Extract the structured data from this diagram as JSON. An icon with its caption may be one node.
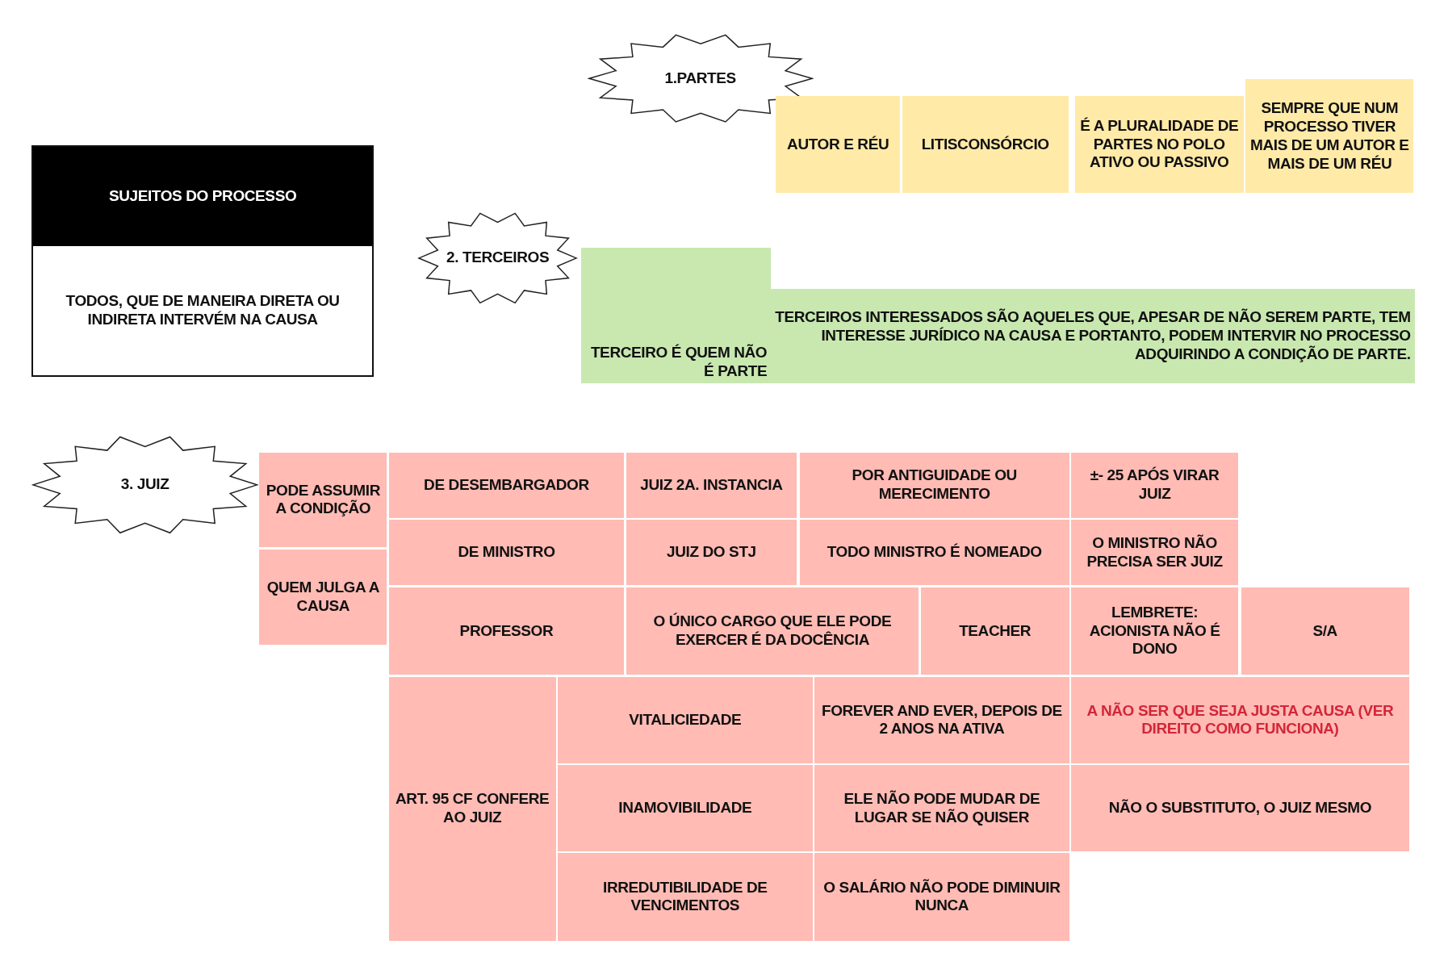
{
  "diagram": {
    "nodes": [
      {
        "text": [
          "1.PARTES"
        ]
      },
      {
        "text": [
          "AUTOR E RÉU"
        ]
      },
      {
        "text": [
          "LITISCONSÓRCIO"
        ]
      },
      {
        "text": [
          "É A PLURALIDADE DE PARTES NO POLO ATIVO OU PASSIVO"
        ]
      },
      {
        "text": [
          "SEMPRE QUE NUM PROCESSO TIVER MAIS DE UM AUTOR E MAIS DE UM RÉU"
        ]
      },
      {
        "text": [
          "SUJEITOS DO PROCESSO",
          "TODOS, QUE DE MANEIRA DIRETA OU INDIRETA INTERVÉM NA CAUSA"
        ]
      },
      {
        "text": [
          "2. TERCEIROS"
        ]
      },
      {
        "text": [
          "TERCEIRO É QUEM NÃO É PARTE"
        ]
      },
      {
        "text": [
          "TERCEIROS INTERESSADOS SÃO AQUELES QUE, APESAR DE NÃO SEREM PARTE, TEM INTERESSE JURÍDICO NA CAUSA E PORTANTO, PODEM INTERVIR NO PROCESSO ADQUIRINDO A CONDIÇÃO DE PARTE."
        ]
      },
      {
        "text": [
          "3. JUIZ"
        ]
      },
      {
        "text": [
          "PODE ASSUMIR A CONDIÇÃO"
        ]
      },
      {
        "text": [
          "DE DESEMBARGADOR"
        ]
      },
      {
        "text": [
          "JUIZ 2A. INSTANCIA"
        ]
      },
      {
        "text": [
          "POR ANTIGUIDADE OU MERECIMENTO"
        ]
      },
      {
        "text": [
          "±- 25 APÓS VIRAR JUIZ"
        ]
      },
      {
        "text": [
          "QUEM JULGA A CAUSA"
        ]
      },
      {
        "text": [
          "DE MINISTRO"
        ]
      },
      {
        "text": [
          "JUIZ DO STJ"
        ]
      },
      {
        "text": [
          "TODO MINISTRO É NOMEADO"
        ]
      },
      {
        "text": [
          "O MINISTRO NÃO PRECISA SER JUIZ"
        ]
      },
      {
        "text": [
          "PROFESSOR"
        ]
      },
      {
        "text": [
          "O ÚNICO CARGO QUE ELE PODE EXERCER É DA DOCÊNCIA"
        ]
      },
      {
        "text": [
          "TEACHER"
        ]
      },
      {
        "text": [
          "LEMBRETE: ACIONISTA NÃO É DONO"
        ]
      },
      {
        "text": [
          "S/A"
        ]
      },
      {
        "text": [
          "ART. 95 CF CONFERE AO JUIZ"
        ]
      },
      {
        "text": [
          "VITALICIEDADE"
        ]
      },
      {
        "text": [
          "FOREVER AND EVER, DEPOIS DE 2 ANOS NA ATIVA"
        ]
      },
      {
        "text": [
          "A NÃO SER QUE SEJA JUSTA CAUSA (VER DIREITO COMO FUNCIONA)"
        ]
      },
      {
        "text": [
          "INAMOVIBILIDADE"
        ]
      },
      {
        "text": [
          "ELE NÃO PODE MUDAR DE LUGAR SE NÃO QUISER"
        ]
      },
      {
        "text": [
          "NÃO O SUBSTITUTO, O JUIZ MESMO"
        ]
      },
      {
        "text": [
          "IRREDUTIBILIDADE DE VENCIMENTOS"
        ]
      },
      {
        "text": [
          "O SALÁRIO NÃO PODE DIMINUIR NUNCA"
        ]
      }
    ]
  }
}
